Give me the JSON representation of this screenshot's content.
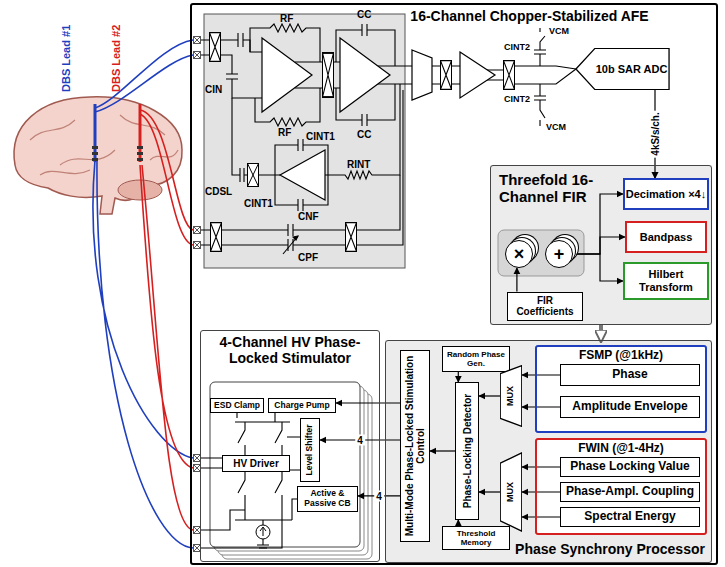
{
  "diagram": {
    "nodes": [
      {
        "text": [
          "16-Channel Chopper-Stabilized AFE"
        ]
      },
      {
        "text": [
          "10b SAR ADC"
        ],
        "in": 0
      },
      {
        "text": [
          "Threefold 16-Channel FIR"
        ],
        "in": 0
      },
      {
        "text": [
          "Decimation ×4↓"
        ],
        "in": 2
      },
      {
        "text": [
          "Bandpass"
        ],
        "in": 2
      },
      {
        "text": [
          "Hilbert Transform"
        ],
        "in": 2
      },
      {
        "text": [
          "×"
        ],
        "in": 2
      },
      {
        "text": [
          "+"
        ],
        "in": 2
      },
      {
        "text": [
          "FIR Coefficients"
        ],
        "in": 2
      },
      {
        "text": [
          "4-Channel HV Phase-Locked Stimulator"
        ],
        "in": 0
      },
      {
        "text": [
          "ESD Clamp"
        ],
        "in": 9
      },
      {
        "text": [
          "Charge Pump"
        ],
        "in": 9
      },
      {
        "text": [
          "HV Driver"
        ],
        "in": 9
      },
      {
        "text": [
          "Level Shifter"
        ],
        "in": 9
      },
      {
        "text": [
          "Active & Passive CB"
        ],
        "in": 9
      },
      {
        "text": [
          "Phase Synchrony Processor"
        ],
        "in": 0
      },
      {
        "text": [
          "Random Phase Gen."
        ],
        "in": 15
      },
      {
        "text": [
          "Phase-Locking Detector"
        ],
        "in": 15
      },
      {
        "text": [
          "Threshold Memory"
        ],
        "in": 15
      },
      {
        "text": [
          "Multi-Mode Phase-Locked Stimulation Control"
        ],
        "in": 15
      },
      {
        "text": [
          "MUX"
        ],
        "in": 15
      },
      {
        "text": [
          "MUX"
        ],
        "in": 15
      },
      {
        "text": [
          "FSMP (@1kHz)"
        ],
        "in": 15
      },
      {
        "text": [
          "Phase"
        ],
        "in": 22
      },
      {
        "text": [
          "Amplitude Envelope"
        ],
        "in": 22
      },
      {
        "text": [
          "FWIN (@1-4Hz)"
        ],
        "in": 15
      },
      {
        "text": [
          "Phase Locking Value"
        ],
        "in": 25
      },
      {
        "text": [
          "Phase-Ampl. Coupling"
        ],
        "in": 25
      },
      {
        "text": [
          "Spectral Energy"
        ],
        "in": 25
      }
    ],
    "edges": [
      {
        "from": 1,
        "to": 3,
        "arrow": "to",
        "label": "4kS/s/ch."
      },
      {
        "from": 8,
        "to": 6,
        "arrow": "to"
      },
      {
        "from": 7,
        "to": 3,
        "arrow": "to"
      },
      {
        "from": 7,
        "to": 4,
        "arrow": "to"
      },
      {
        "from": 7,
        "to": 5,
        "arrow": "to"
      },
      {
        "from": 2,
        "to": 15,
        "arrow": "to"
      },
      {
        "from": 23,
        "to": 20,
        "arrow": "to"
      },
      {
        "from": 24,
        "to": 20,
        "arrow": "to"
      },
      {
        "from": 26,
        "to": 21,
        "arrow": "to"
      },
      {
        "from": 27,
        "to": 21,
        "arrow": "to"
      },
      {
        "from": 28,
        "to": 21,
        "arrow": "to"
      },
      {
        "from": 20,
        "to": 17,
        "arrow": "to"
      },
      {
        "from": 21,
        "to": 17,
        "arrow": "to"
      },
      {
        "from": 16,
        "to": 17,
        "arrow": "to"
      },
      {
        "from": 18,
        "to": 17,
        "arrow": "to"
      },
      {
        "from": 17,
        "to": 19,
        "arrow": "to"
      },
      {
        "from": 19,
        "to": 11,
        "arrow": "to"
      },
      {
        "from": 19,
        "to": 13,
        "arrow": "to",
        "label": "4"
      },
      {
        "from": 19,
        "to": 14,
        "arrow": "to",
        "label": "4"
      }
    ],
    "labels": [
      "DBS Lead #1",
      "DBS Lead #2",
      "RF",
      "RF",
      "CC",
      "CC",
      "CIN",
      "CINT1",
      "CINT1",
      "RINT",
      "CDSL",
      "CNF",
      "CPF",
      "VCM",
      "CINT2",
      "CINT2",
      "VCM"
    ]
  }
}
